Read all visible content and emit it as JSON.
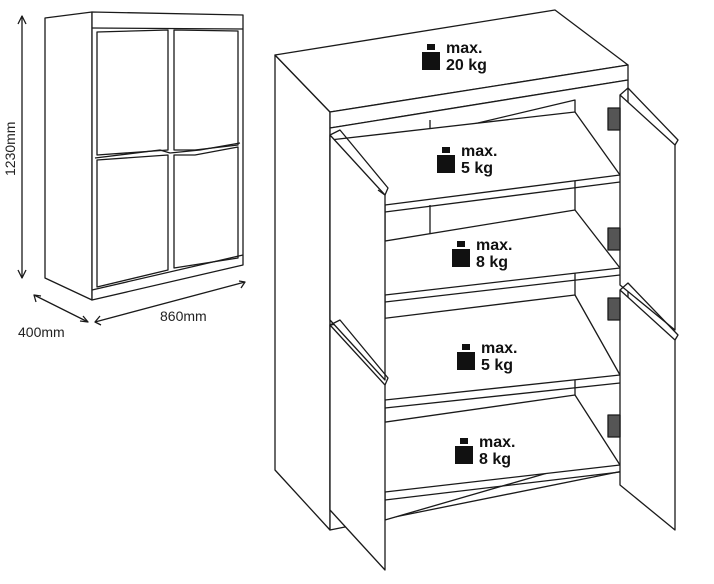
{
  "dimensions": {
    "height": "1230mm",
    "depth": "400mm",
    "width": "860mm"
  },
  "loads": [
    {
      "label": "max.",
      "value": "20 kg",
      "part": "top"
    },
    {
      "label": "max.",
      "value": "5 kg",
      "part": "upper-shelf"
    },
    {
      "label": "max.",
      "value": "8 kg",
      "part": "upper-bottom"
    },
    {
      "label": "max.",
      "value": "5 kg",
      "part": "lower-shelf"
    },
    {
      "label": "max.",
      "value": "8 kg",
      "part": "lower-bottom"
    }
  ],
  "colors": {
    "line": "#1a1a1a",
    "fill": "#ffffff"
  }
}
